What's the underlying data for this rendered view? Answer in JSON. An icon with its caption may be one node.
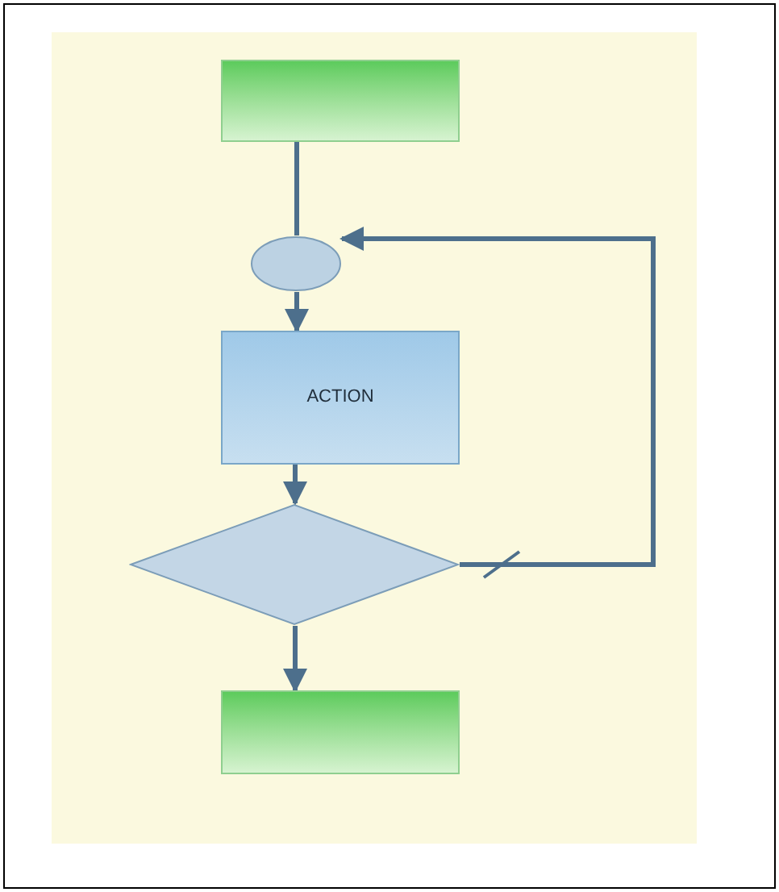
{
  "diagram": {
    "nodes": [
      {
        "text": [],
        "shape": "box"
      },
      {
        "text": [],
        "shape": "circle"
      },
      {
        "text": [
          "ACTION"
        ]
      },
      {
        "text": [],
        "shape": "diamond"
      },
      {
        "text": [],
        "shape": "box"
      }
    ],
    "edges": [
      {
        "from": 0,
        "to": 1,
        "arrow": "none"
      },
      {
        "from": 1,
        "to": 2,
        "arrow": "to"
      },
      {
        "from": 2,
        "to": 3,
        "arrow": "to"
      },
      {
        "from": 3,
        "to": 4,
        "arrow": "to"
      },
      {
        "from": 3,
        "to": 1,
        "arrow": "to"
      }
    ]
  }
}
